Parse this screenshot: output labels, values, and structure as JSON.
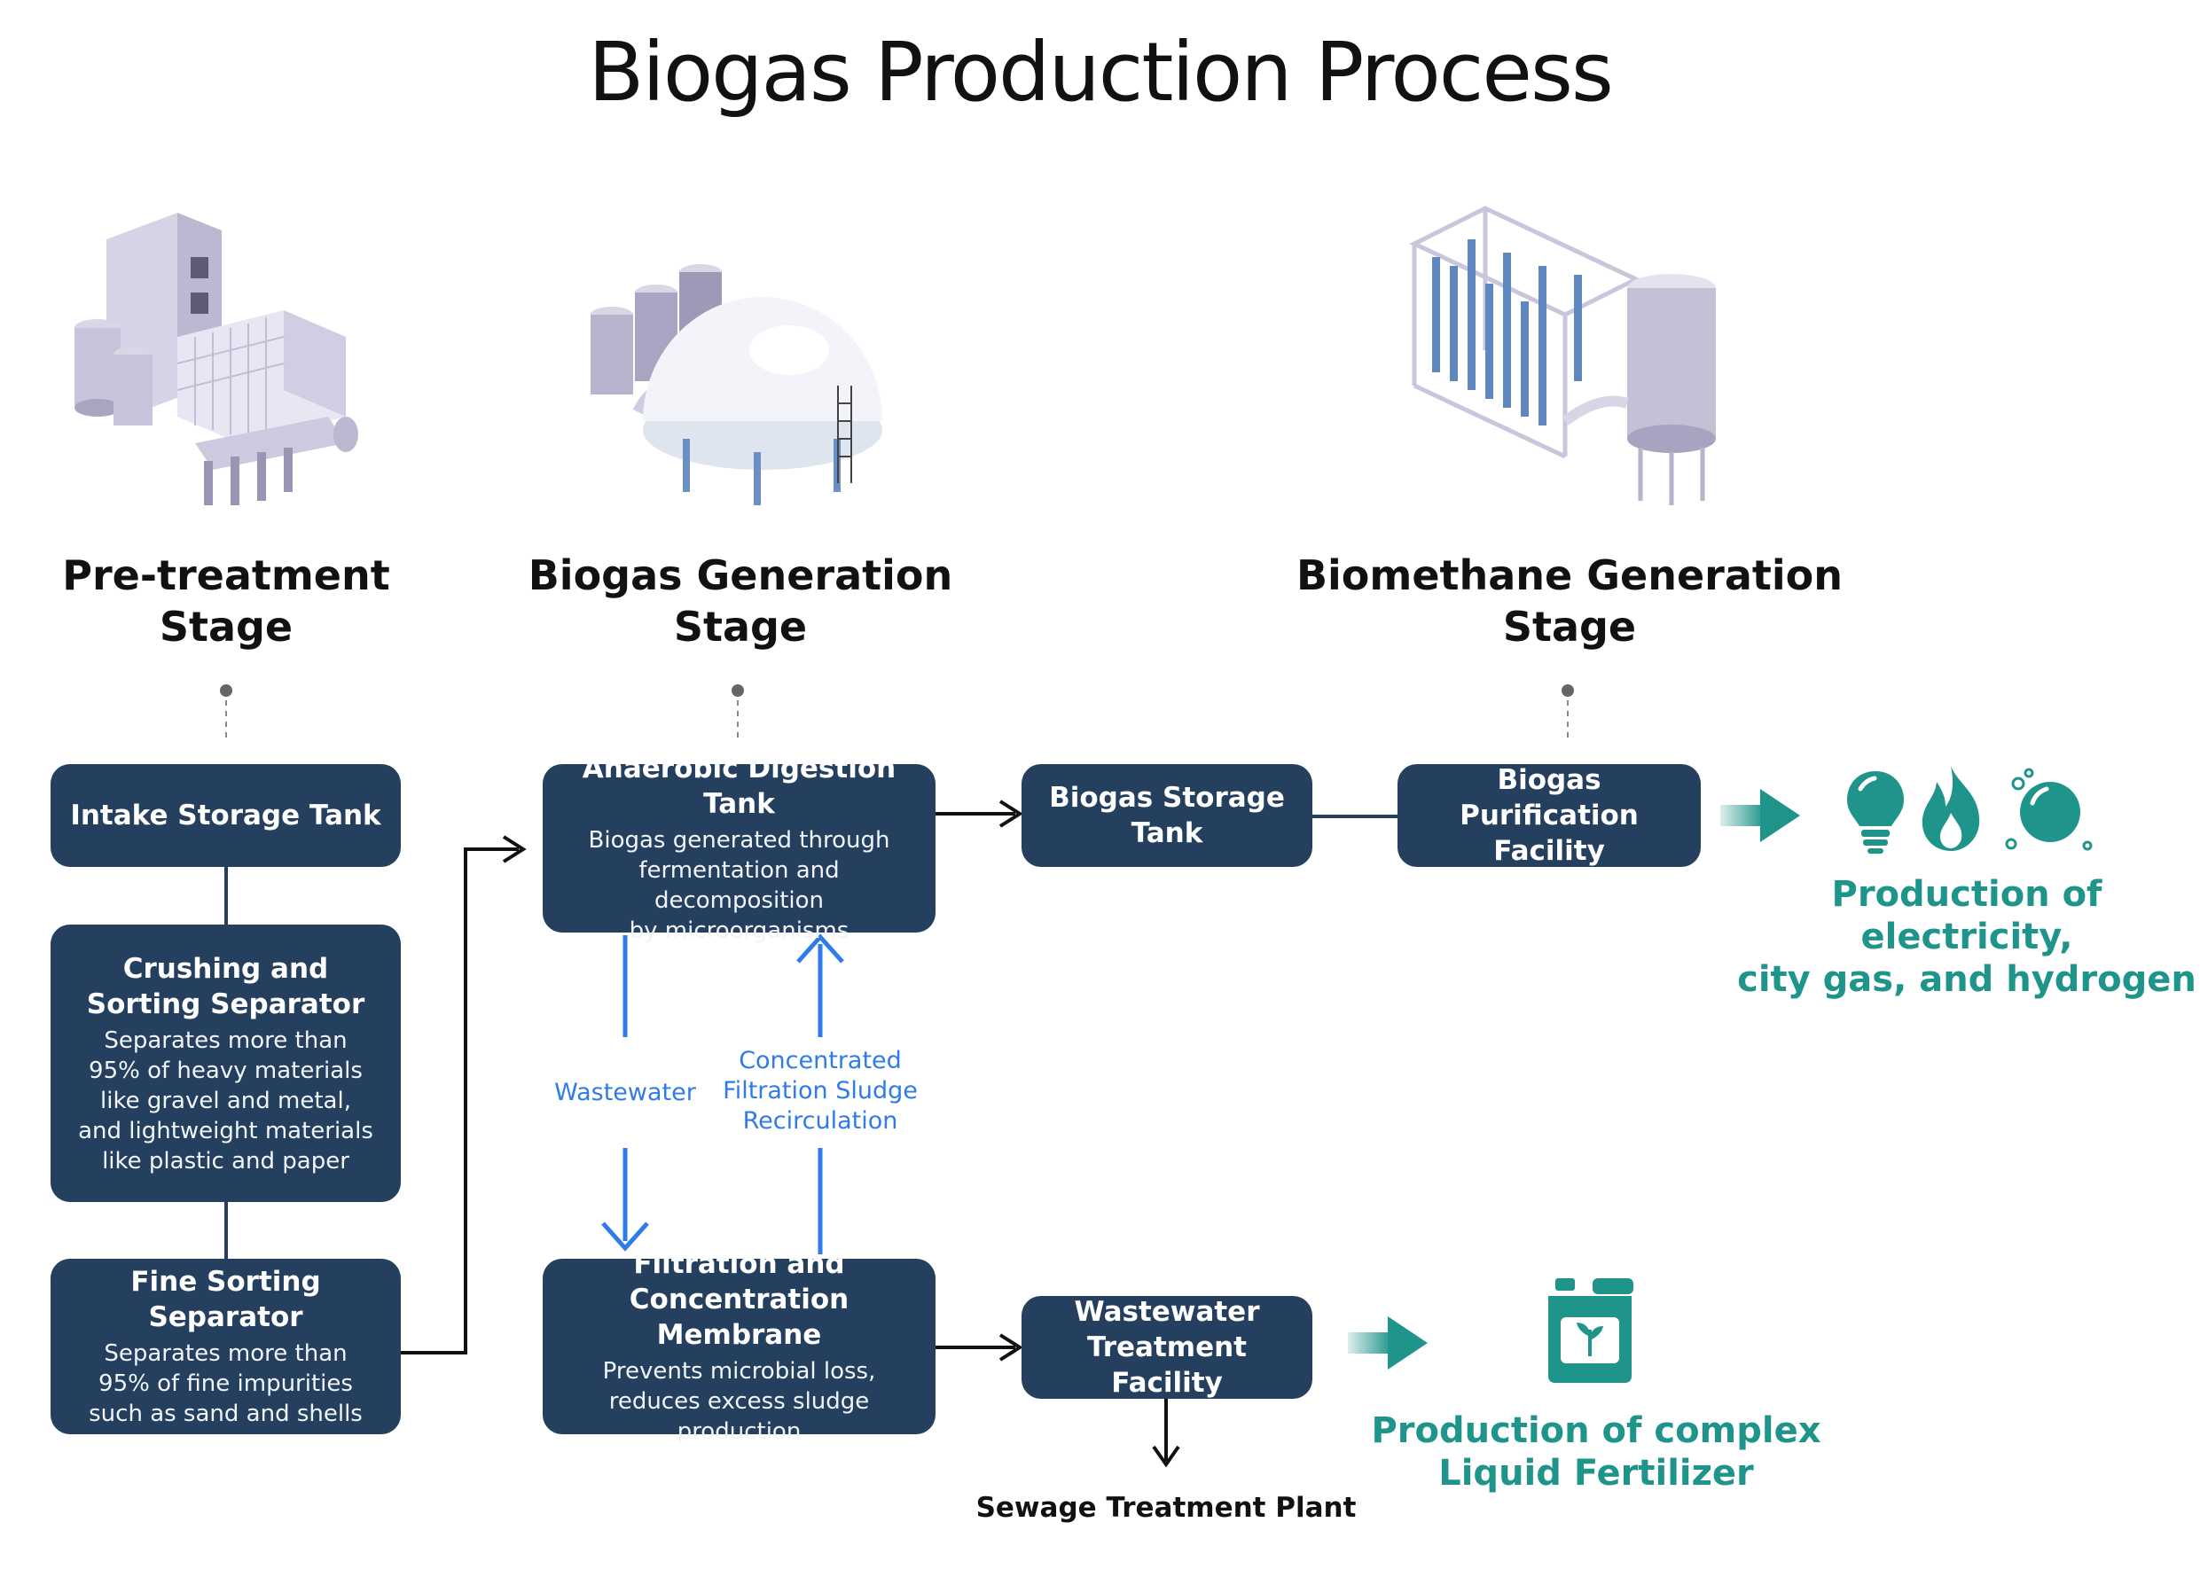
{
  "title": "Biogas Production Process",
  "stages": {
    "pretreatment": "Pre-treatment\nStage",
    "biogas_generation": "Biogas Generation\nStage",
    "biomethane_generation": "Biomethane Generation\nStage"
  },
  "boxes": {
    "intake": {
      "title": "Intake Storage Tank"
    },
    "crushing": {
      "title": "Crushing and\nSorting Separator",
      "desc": "Separates more than\n95% of heavy materials\nlike gravel and metal,\nand lightweight materials\nlike plastic and paper"
    },
    "fine": {
      "title": "Fine Sorting Separator",
      "desc": "Separates more than\n95% of fine impurities\nsuch as sand and shells"
    },
    "anaerobic": {
      "title": "Anaerobic Digestion Tank",
      "desc": "Biogas generated through\nfermentation and decomposition\nby microorganisms"
    },
    "membrane": {
      "title": "Filtration and\nConcentration Membrane",
      "desc": "Prevents microbial loss,\nreduces excess sludge production"
    },
    "storage": {
      "title": "Biogas Storage\nTank"
    },
    "purification": {
      "title": "Biogas Purification\nFacility"
    },
    "wastewater_facility": {
      "title": "Wastewater\nTreatment Facility"
    }
  },
  "flow_labels": {
    "wastewater": "Wastewater",
    "recirculation": "Concentrated\nFiltration Sludge\nRecirculation"
  },
  "outputs": {
    "energy": "Production of electricity,\ncity gas, and hydrogen",
    "fertilizer": "Production of complex\nLiquid Fertilizer"
  },
  "sewage": "Sewage Treatment Plant",
  "colors": {
    "box": "#253f5e",
    "flow_blue": "#2f7be8",
    "accent_teal": "#1f948a"
  },
  "icons": [
    "lightbulb-icon",
    "flame-icon",
    "bubble-icon",
    "fertilizer-container-icon"
  ]
}
